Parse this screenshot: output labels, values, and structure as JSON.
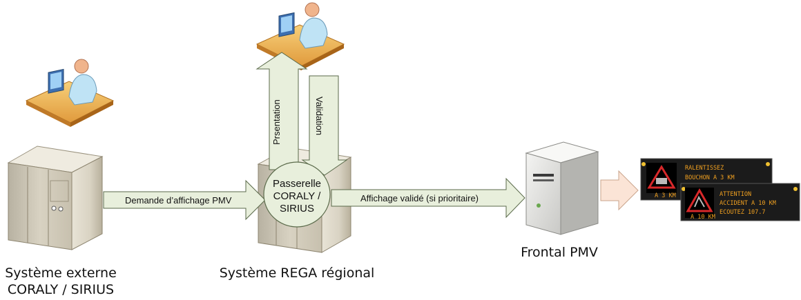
{
  "nodes": {
    "external": {
      "label_line1": "Système externe",
      "label_line2": "CORALY / SIRIUS"
    },
    "rega": {
      "label": "Système REGA régional"
    },
    "frontal": {
      "label": "Frontal PMV"
    },
    "gateway": {
      "line1": "Passerelle",
      "line2": "CORALY /",
      "line3": "SIRIUS"
    }
  },
  "arrows": {
    "request": "Demande d’affichage PMV",
    "validated": "Affichage validé (si prioritaire)",
    "presentation": "Prsentation",
    "validation": "Validation"
  },
  "signs": {
    "sign1": {
      "line1": "RALENTISSEZ",
      "line2": "BOUCHON A 3 KM",
      "icon_caption": "A 3 KM"
    },
    "sign2": {
      "line1": "ATTENTION",
      "line2": "ACCIDENT A 10 KM",
      "line3": "ECOUTEZ 107.7",
      "icon_caption": "A 10 KM"
    }
  },
  "colors": {
    "arrow_fill": "#e8efdc",
    "arrow_stroke": "#5a6a4a",
    "sign_bg": "#1b1b1b",
    "sign_text": "#f0a020",
    "warning_red": "#d8282a",
    "output_arrow": "#fbe4d6"
  }
}
